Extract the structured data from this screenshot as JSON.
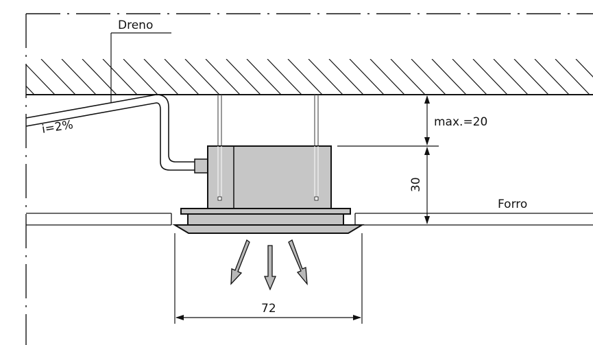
{
  "labels": {
    "drain": "Dreno",
    "slope": "i=2%",
    "max_gap": "max.=20",
    "height": "30",
    "ceiling": "Forro",
    "width": "72"
  },
  "colors": {
    "line": "#111111",
    "unit_fill": "#c6c6c6",
    "panel_fill": "#c4c4c4",
    "arrow_fill": "#b8b8b8",
    "background": "#ffffff"
  },
  "icons": [
    "airflow-arrow-icon",
    "airflow-arrow-icon",
    "airflow-arrow-icon"
  ]
}
